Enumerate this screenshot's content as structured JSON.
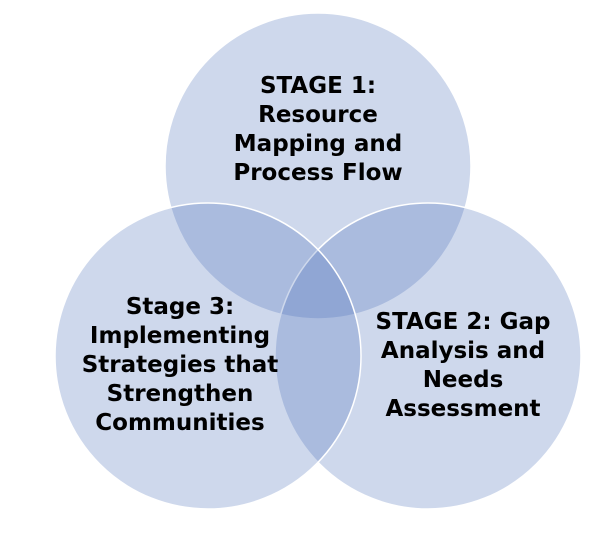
{
  "diagram": {
    "type": "venn",
    "circle_color": "#4a6fb8",
    "stages": [
      {
        "id": "stage1",
        "lines": [
          "STAGE 1:",
          "Resource",
          "Mapping and",
          "Process Flow"
        ]
      },
      {
        "id": "stage2",
        "lines": [
          "STAGE 2: Gap",
          "Analysis and",
          "Needs",
          "Assessment"
        ]
      },
      {
        "id": "stage3",
        "lines": [
          "Stage 3:",
          "Implementing",
          "Strategies that",
          "Strengthen",
          "Communities"
        ]
      }
    ]
  }
}
